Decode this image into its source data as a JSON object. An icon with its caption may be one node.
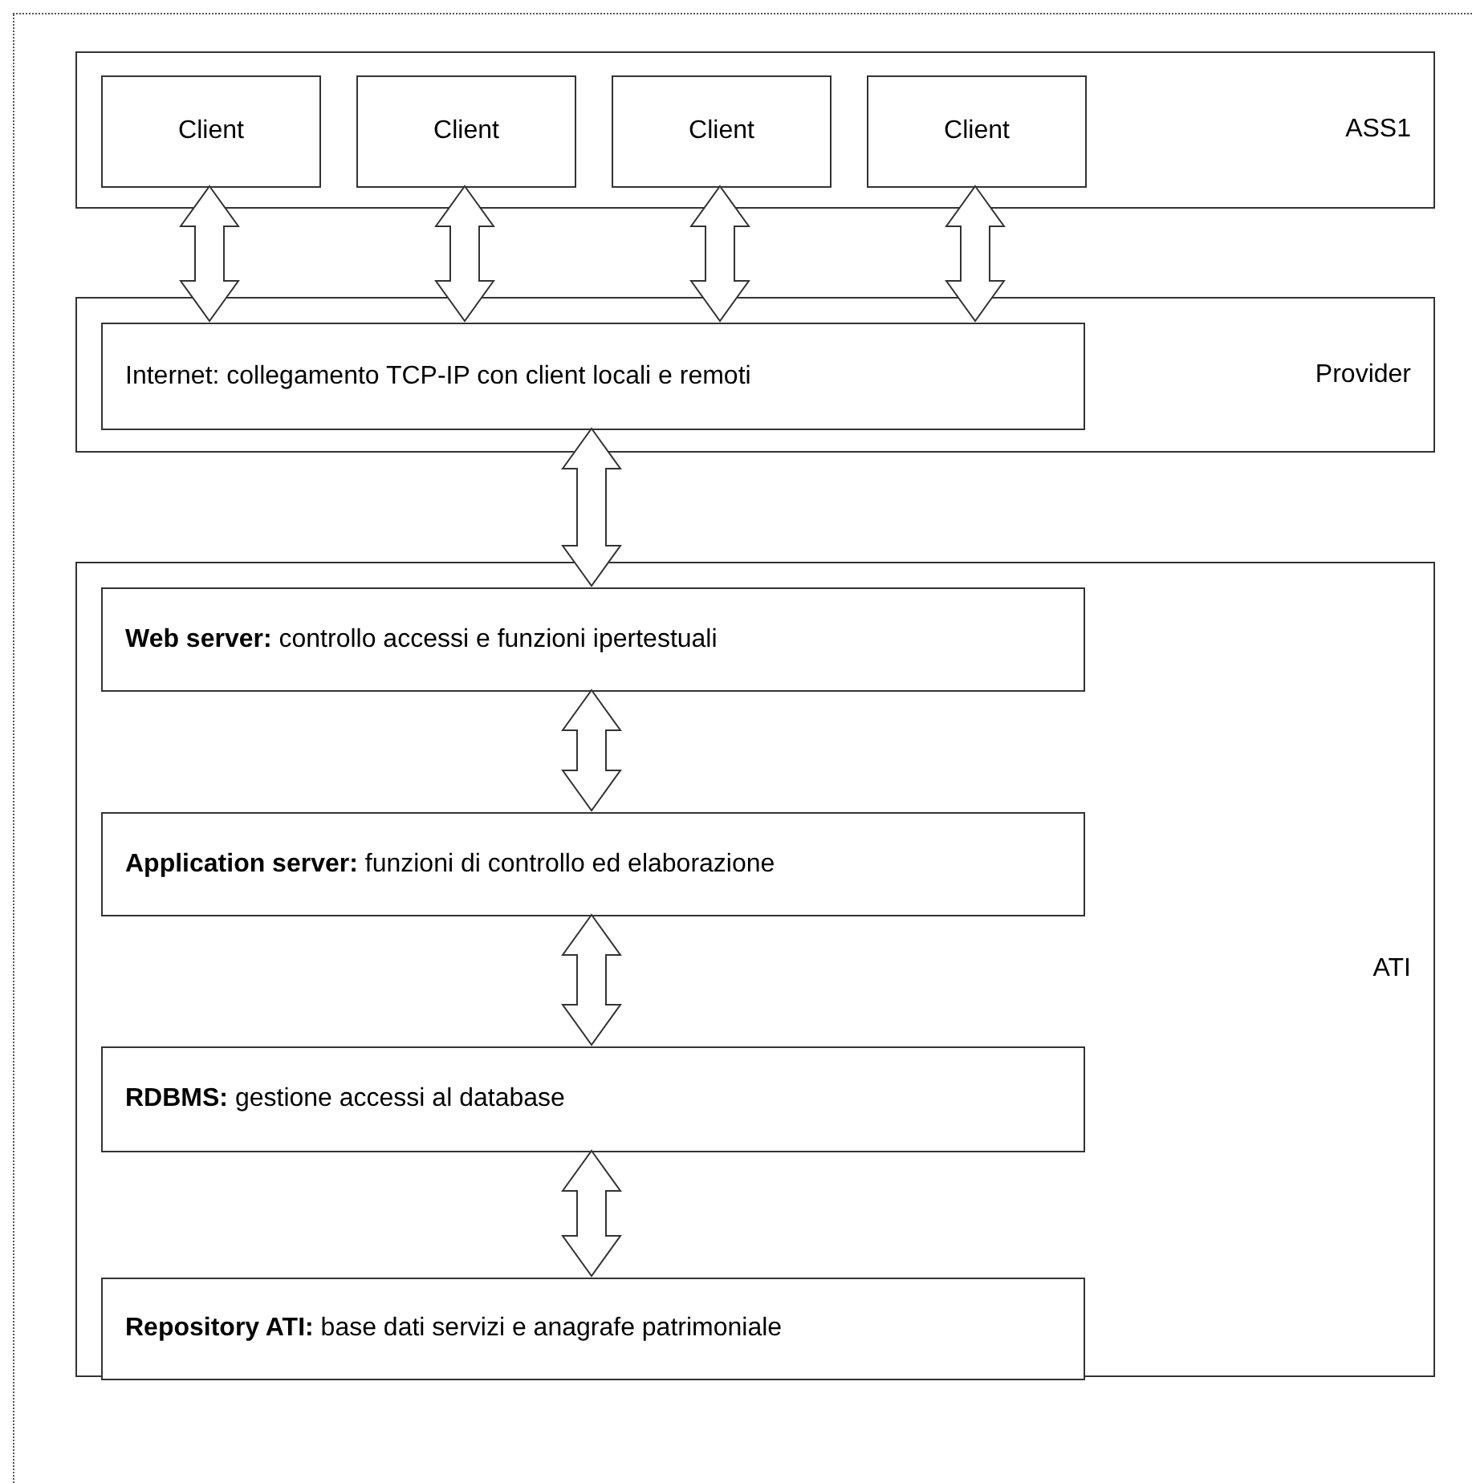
{
  "diagram": {
    "nodes": [
      {
        "text": [
          "ASS1"
        ]
      },
      {
        "text": [
          "Client"
        ],
        "in": 0
      },
      {
        "text": [
          "Client"
        ],
        "in": 0
      },
      {
        "text": [
          "Client"
        ],
        "in": 0
      },
      {
        "text": [
          "Client"
        ],
        "in": 0
      },
      {
        "text": [
          "Provider"
        ]
      },
      {
        "text": [
          "Internet: collegamento TCP-IP con client locali e remoti"
        ],
        "in": 5
      },
      {
        "text": [
          "ATI"
        ]
      },
      {
        "text": [
          "**Web server:** controllo accessi e funzioni ipertestuali"
        ],
        "in": 7
      },
      {
        "text": [
          "**Application server:** funzioni di controllo ed elaborazione"
        ],
        "in": 7
      },
      {
        "text": [
          "**RDBMS:** gestione accessi al database"
        ],
        "in": 7
      },
      {
        "text": [
          "**Repository ATI:** base dati servizi e anagrafe patrimoniale"
        ],
        "in": 7
      }
    ],
    "edges": [
      {
        "from": 1,
        "to": 6,
        "arrow": "both"
      },
      {
        "from": 2,
        "to": 6,
        "arrow": "both"
      },
      {
        "from": 3,
        "to": 6,
        "arrow": "both"
      },
      {
        "from": 4,
        "to": 6,
        "arrow": "both"
      },
      {
        "from": 6,
        "to": 8,
        "arrow": "both"
      },
      {
        "from": 8,
        "to": 9,
        "arrow": "both"
      },
      {
        "from": 9,
        "to": 10,
        "arrow": "both"
      },
      {
        "from": 10,
        "to": 11,
        "arrow": "both"
      }
    ]
  }
}
